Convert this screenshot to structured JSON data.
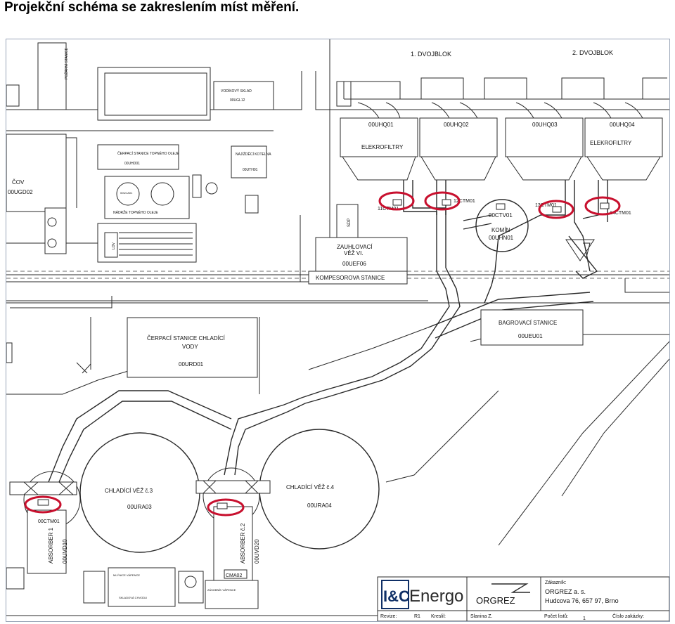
{
  "title": "Projekční schéma se zakreslením míst měření.",
  "labels": {
    "blok1": "1. DVOJBLOK",
    "blok2": "2. DVOJBLOK",
    "uhq01": "00UHQ01",
    "uhq02": "00UHQ02",
    "uhq03": "00UHQ03",
    "uhq04": "00UHQ04",
    "elektro1": "ELEKROFILTRY",
    "elektro2": "ELEKROFILTRY",
    "ctm_11": "11CTM01",
    "ctm_12": "12CTM01",
    "ctm_13": "13CTM01",
    "ctm_14": "14CTM01",
    "ctv01": "00CTV01",
    "komin": "KOMÍN",
    "uhn01": "00UHN01",
    "cov": "ČOV",
    "ugd02": "00UGD02",
    "zauhl1": "ZAUHLOVACÍ",
    "zauhl2": "VĚŽ VI.",
    "uef06": "00UEF06",
    "kompes": "KOMPESOROVA STANICE",
    "bagr": "BAGROVACÍ STANICE",
    "ueu01": "00UEU01",
    "cerp1": "ČERPACÍ STANICE CHLADÍCÍ",
    "cerp2": "VODY",
    "urd01": "00URD01",
    "vez3": "CHLADÍCÍ VĚŽ č.3",
    "ura03": "00URA03",
    "vez4": "CHLADÍCÍ VĚŽ č.4",
    "ura04": "00URA04",
    "ctm00": "00CTM01",
    "abs1": "ABSORBER 1",
    "uvd10": "00UVD10",
    "abs2": "ABSORBER č.2",
    "uvd20": "00UVD20",
    "cma02": "CMA02",
    "zakaznik": "Zákazník:",
    "orgrez1": "ORGREZ a. s.",
    "orgrez2": "Hudcova 76, 657 97, Brno",
    "brand_ic": "I&C",
    "brand_energo": "Energo",
    "brand_orgrez": "ORGREZ",
    "revize": "Revize:",
    "r1": "R1",
    "kreslil": "Kreslil:",
    "kreslil_name": "Slanina Z.",
    "pocet": "Počet listů:",
    "pocet_val": "1",
    "cislo": "Číslo zakázky:",
    "small_sklad": "VODÍKOVÝ SKLAD",
    "small_kotelna": "NAJÍŽDĚCÍ KOTELNA",
    "small_cerpaci_olej": "ČERPACÍ STANICE TOPNÉHO OLEJE",
    "small_nadrze": "NÁDRŽE TOPNÉHO OLEJE",
    "small_ucta": "00UGL12",
    "small_ucha": "00UCA01",
    "small_ucv": "00UHD01",
    "small_ugf": "00UTH01",
    "small_leva": "POŽÁRNÍ STANICE",
    "small_lov": "LOV",
    "small_sdp": "SDP",
    "small_drtirna": "MLÝNICE VÁPENCE",
    "small_kcv": "SKLADOVÁ CHVODU",
    "small_zasob": "ZÁSOBNÍK VÁPENCE"
  },
  "colors": {
    "circle": "#c8102e",
    "line": "#2a2a2a",
    "dash": "#6a6a6a",
    "ic_blue": "#0f2f66",
    "energo_grey": "#2b2b2b"
  },
  "icons": [
    "measurement-point-marker",
    "ic-energo-logo",
    "orgrez-logo"
  ]
}
